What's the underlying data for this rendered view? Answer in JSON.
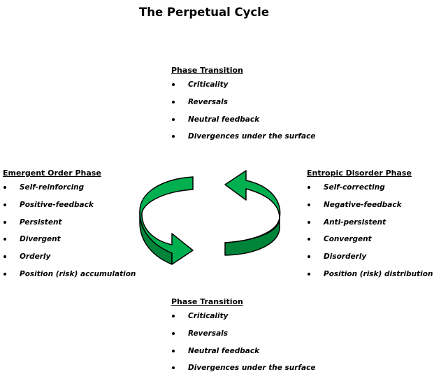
{
  "title": "The Perpetual Cycle",
  "phase_transition_top": {
    "heading": "Phase Transition",
    "items": [
      "Criticality",
      "Reversals",
      "Neutral feedback",
      "Divergences under the surface"
    ]
  },
  "emergent_order": {
    "heading": "Emergent Order Phase",
    "items": [
      "Self-reinforcing",
      "Positive-feedback",
      "Persistent",
      "Divergent",
      "Orderly",
      "Position (risk) accumulation"
    ]
  },
  "entropic_disorder": {
    "heading": "Entropic Disorder Phase",
    "items": [
      "Self-correcting",
      "Negative-feedback",
      "Anti-persistent",
      "Convergent",
      "Disorderly",
      "Position (risk) distribution"
    ]
  },
  "phase_transition_bottom": {
    "heading": "Phase Transition",
    "items": [
      "Criticality",
      "Reversals",
      "Neutral feedback",
      "Divergences under the surface"
    ]
  },
  "colors": {
    "arrow_light": "#00b050",
    "arrow_dark": "#00843a",
    "arrow_outline": "#000000"
  }
}
